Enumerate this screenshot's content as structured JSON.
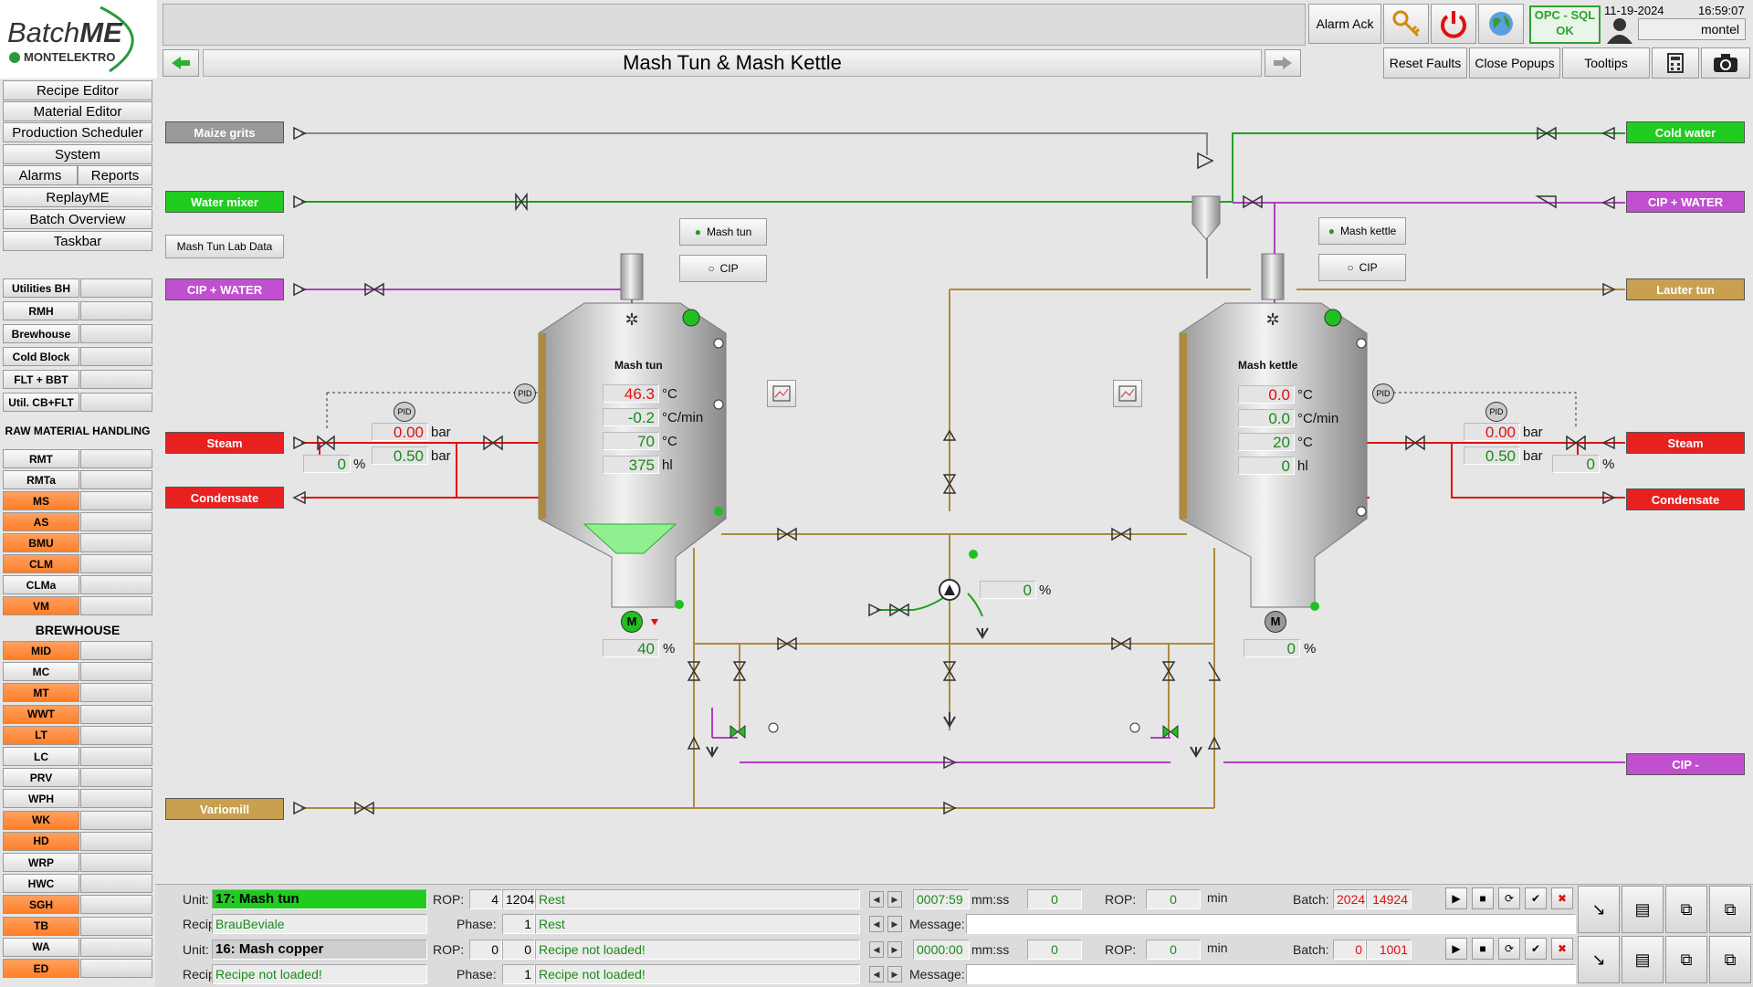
{
  "header": {
    "logo_batch": "Batch",
    "logo_me": "ME",
    "logo_company": "MONTELEKTRO",
    "title": "Mash Tun &  Mash Kettle",
    "alarm_ack": "Alarm Ack",
    "opc_status_line1": "OPC - SQL",
    "opc_status_line2": "OK",
    "date": "11-19-2024",
    "time": "16:59:07",
    "user": "montel",
    "reset_faults": "Reset Faults",
    "close_popups": "Close Popups",
    "tooltips": "Tooltips"
  },
  "sidebar": {
    "main_items": [
      "Recipe Editor",
      "Material Editor",
      "Production Scheduler",
      "System"
    ],
    "alarms": "Alarms",
    "reports": "Reports",
    "main_items2": [
      "ReplayME",
      "Batch Overview",
      "Taskbar"
    ],
    "utility_items": [
      "Utilities BH",
      "RMH",
      "Brewhouse",
      "Cold Block",
      "FLT + BBT",
      "Util. CB+FLT"
    ],
    "raw_header": "RAW MATERIAL HANDLING",
    "raw_items": [
      {
        "label": "RMT",
        "active": false
      },
      {
        "label": "RMTa",
        "active": false
      },
      {
        "label": "MS",
        "active": true
      },
      {
        "label": "AS",
        "active": true
      },
      {
        "label": "BMU",
        "active": true
      },
      {
        "label": "CLM",
        "active": true
      },
      {
        "label": "CLMa",
        "active": false
      },
      {
        "label": "VM",
        "active": true
      }
    ],
    "brew_header": "BREWHOUSE",
    "brew_items": [
      {
        "label": "MID",
        "active": true
      },
      {
        "label": "MC",
        "active": false
      },
      {
        "label": "MT",
        "active": true
      },
      {
        "label": "WWT",
        "active": true
      },
      {
        "label": "LT",
        "active": true
      },
      {
        "label": "LC",
        "active": false
      },
      {
        "label": "PRV",
        "active": false
      },
      {
        "label": "WPH",
        "active": false
      },
      {
        "label": "WK",
        "active": true
      },
      {
        "label": "HD",
        "active": true
      },
      {
        "label": "WRP",
        "active": false
      },
      {
        "label": "HWC",
        "active": false
      },
      {
        "label": "SGH",
        "active": true
      },
      {
        "label": "TB",
        "active": true
      },
      {
        "label": "WA",
        "active": false
      },
      {
        "label": "ED",
        "active": true
      }
    ]
  },
  "process": {
    "tags": {
      "maize_grits": "Maize grits",
      "water_mixer": "Water mixer",
      "cip_water_left": "CIP + WATER",
      "steam_left": "Steam",
      "condensate_left": "Condensate",
      "variomill": "Variomill",
      "cold_water": "Cold water",
      "cip_water_right": "CIP + WATER",
      "lauter_tun": "Lauter tun",
      "steam_right": "Steam",
      "condensate_right": "Condensate",
      "cip_minus": "CIP -"
    },
    "mash_tun_lab": "Mash Tun Lab Data",
    "mash_tun_btn": "Mash tun",
    "cip_btn_left": "CIP",
    "mash_kettle_btn": "Mash kettle",
    "cip_btn_right": "CIP",
    "pid": "PID",
    "motor": "M",
    "mash_tun": {
      "name": "Mash tun",
      "temp": "46.3",
      "temp_unit": "°C",
      "rate": "-0.2",
      "rate_unit": "°C/min",
      "setpoint": "70",
      "setpoint_unit": "°C",
      "volume": "375",
      "volume_unit": "hl",
      "agitator": "40",
      "agitator_unit": "%"
    },
    "mash_kettle": {
      "name": "Mash kettle",
      "temp": "0.0",
      "temp_unit": "°C",
      "rate": "0.0",
      "rate_unit": "°C/min",
      "setpoint": "20",
      "setpoint_unit": "°C",
      "volume": "0",
      "volume_unit": "hl",
      "agitator": "0",
      "agitator_unit": "%"
    },
    "steam_left_vals": {
      "p1": "0.00",
      "p2": "0.50",
      "unit": "bar",
      "pct": "0",
      "pct_unit": "%"
    },
    "steam_right_vals": {
      "p1": "0.00",
      "p2": "0.50",
      "unit": "bar",
      "pct": "0",
      "pct_unit": "%"
    },
    "pump_pct": "0",
    "pump_pct_unit": "%"
  },
  "batches": [
    {
      "unit_label": "Unit:",
      "unit": "17: Mash tun",
      "unit_active": true,
      "rop_label": "ROP:",
      "rop": "4",
      "step_no": "1204",
      "step": "Rest",
      "time": "0007:59",
      "time_unit": "mm:ss",
      "time2": "0",
      "rop2_label": "ROP:",
      "rop2": "0",
      "rop2_unit": "min",
      "batch_label": "Batch:",
      "batch_year": "2024",
      "batch_no": "14924",
      "recipe_label": "Recipe:",
      "recipe": "BrauBeviale",
      "phase_label": "Phase:",
      "phase_no": "1",
      "phase": "Rest",
      "message_label": "Message:",
      "message": ""
    },
    {
      "unit_label": "Unit:",
      "unit": "16: Mash copper",
      "unit_active": false,
      "rop_label": "ROP:",
      "rop": "0",
      "step_no": "0",
      "step": "Recipe not loaded!",
      "time": "0000:00",
      "time_unit": "mm:ss",
      "time2": "0",
      "rop2_label": "ROP:",
      "rop2": "0",
      "rop2_unit": "min",
      "batch_label": "Batch:",
      "batch_year": "0",
      "batch_no": "1001",
      "recipe_label": "Recipe:",
      "recipe": "Recipe not loaded!",
      "phase_label": "Phase:",
      "phase_no": "1",
      "phase": "Recipe not loaded!",
      "message_label": "Message:",
      "message": ""
    }
  ],
  "colors": {
    "green": "#00d000",
    "orange": "#ff7f27",
    "red": "#e31b1b",
    "magenta": "#b050d0",
    "brown": "#b08a3c"
  }
}
